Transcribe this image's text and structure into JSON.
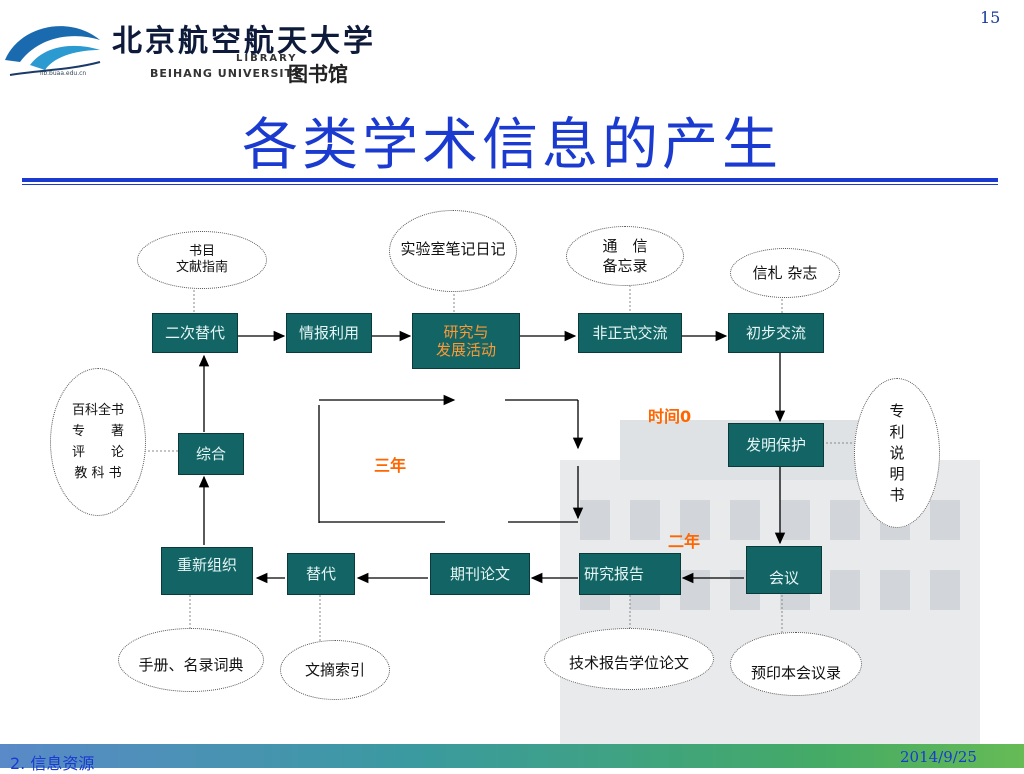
{
  "header": {
    "page_number": "15",
    "logo_cn": "北京航空航天大学",
    "logo_library_en": "LIBRARY",
    "logo_university_en": "BEIHANG UNIVERSITY",
    "logo_library_cn": "图书馆",
    "logo_url": "lib.buaa.edu.cn",
    "title": "各类学术信息的产生"
  },
  "diagram": {
    "boxes": {
      "secondary": "二次替代",
      "intel": "情报利用",
      "research_line1": "研究与",
      "research_line2": "发展活动",
      "informal": "非正式交流",
      "initial": "初步交流",
      "patent": "发明保护",
      "meeting": "会议",
      "report": "研究报告",
      "journal": "期刊论文",
      "replace": "替代",
      "reorg": "重新组织",
      "synth": "综合"
    },
    "ellipses": {
      "bibliography_line1": "书目",
      "bibliography_line2": "文献指南",
      "lab_notes": "实验室笔记日记",
      "comm_line1": "通　信",
      "comm_line2": "备忘录",
      "letters": "信札  杂志",
      "patent_spec": [
        "专",
        "利",
        "说",
        "明",
        "书"
      ],
      "encyclopedia": [
        "百科全书",
        "专　　著",
        "评　　论",
        "教  科  书"
      ],
      "handbook": "手册、名录词典",
      "abstracts": "文摘索引",
      "tech_report": "技术报告学位论文",
      "preprint": "预印本会议录"
    },
    "labels": {
      "time0": "时间0",
      "three_years": "三年",
      "two_years": "二年"
    }
  },
  "footer": {
    "section": "2. 信息资源",
    "date": "2014/9/25"
  },
  "colors": {
    "title": "#1a3ad0",
    "box_fill": "#136565",
    "label": "#ff6600"
  }
}
